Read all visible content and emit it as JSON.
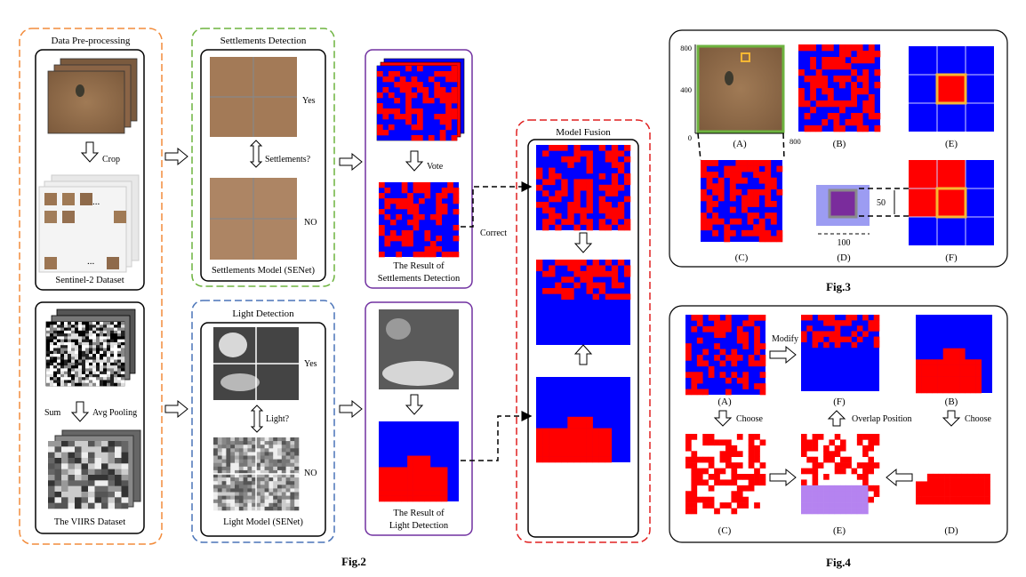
{
  "fig2": {
    "caption": "Fig.2",
    "preprocessing": {
      "title": "Data Pre-processing",
      "crop_label": "Crop",
      "sentinel_label": "Sentinel-2 Dataset",
      "sum_label": "Sum",
      "avg_pooling_label": "Avg Pooling",
      "viirs_label": "The VIIRS Dataset",
      "ellipsis": "..."
    },
    "settlements": {
      "title": "Settlements Detection",
      "yes_label": "Yes",
      "no_label": "NO",
      "question": "Settlements?",
      "model_label": "Settlements Model (SENet)"
    },
    "light": {
      "title": "Light Detection",
      "yes_label": "Yes",
      "no_label": "NO",
      "question": "Light?",
      "model_label": "Light Model (SENet)"
    },
    "results": {
      "vote_label": "Vote",
      "settlements_result_line1": "The Result of",
      "settlements_result_line2": "Settlements Detection",
      "light_result_line1": "The Result of",
      "light_result_line2": "Light Detection"
    },
    "fusion": {
      "title": "Model Fusion",
      "correct_label": "Correct"
    }
  },
  "fig3": {
    "caption": "Fig.3",
    "axis_ticks": [
      "800",
      "400",
      "0",
      "800"
    ],
    "panels": [
      "(A)",
      "(B)",
      "(E)",
      "(C)",
      "(D)",
      "(F)"
    ],
    "dim_50": "50",
    "dim_100": "100"
  },
  "fig4": {
    "caption": "Fig.4",
    "panels": [
      "(A)",
      "(F)",
      "(B)",
      "(C)",
      "(E)",
      "(D)"
    ],
    "modify_label": "Modify",
    "choose_label": "Choose",
    "choose_label_2": "Choose",
    "overlap_label": "Overlap Position"
  },
  "colors": {
    "red": "#ff0000",
    "blue": "#0000ff",
    "orange_border": "#f28c3c",
    "green_border": "#6db33f",
    "blue_border": "#4a74b8",
    "purple_border": "#7030a0",
    "red_border": "#e02020",
    "overlap_purple": "#b583f0",
    "highlight_yellow": "#f7b733"
  }
}
